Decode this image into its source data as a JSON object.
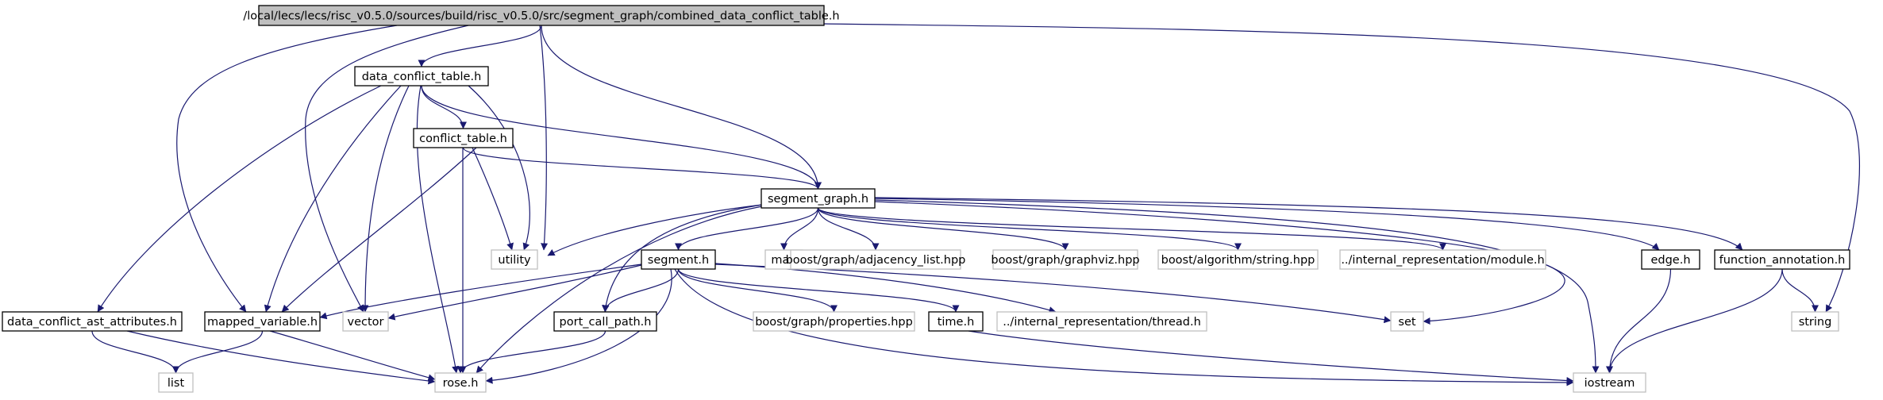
{
  "colors": {
    "edge": "#191970",
    "root_fill": "#bfbfbf",
    "root_stroke": "#000000",
    "local_stroke": "#000000",
    "external_stroke": "#bfbfbf",
    "node_fill": "#ffffff",
    "text": "#000000"
  },
  "nodes": [
    {
      "id": "root",
      "label": "/local/lecs/lecs/risc_v0.5.0/sources/build/risc_v0.5.0/src/segment_graph/combined_data_conflict_table.h",
      "kind": "root"
    },
    {
      "id": "dct",
      "label": "data_conflict_table.h",
      "kind": "local"
    },
    {
      "id": "ct",
      "label": "conflict_table.h",
      "kind": "local"
    },
    {
      "id": "sg",
      "label": "segment_graph.h",
      "kind": "local"
    },
    {
      "id": "utility",
      "label": "utility",
      "kind": "external"
    },
    {
      "id": "map",
      "label": "map",
      "kind": "external"
    },
    {
      "id": "adj",
      "label": "boost/graph/adjacency_list.hpp",
      "kind": "external"
    },
    {
      "id": "gviz",
      "label": "boost/graph/graphviz.hpp",
      "kind": "external"
    },
    {
      "id": "strhpp",
      "label": "boost/algorithm/string.hpp",
      "kind": "external"
    },
    {
      "id": "module",
      "label": "../internal_representation/module.h",
      "kind": "external"
    },
    {
      "id": "edge",
      "label": "edge.h",
      "kind": "local"
    },
    {
      "id": "fa",
      "label": "function_annotation.h",
      "kind": "local"
    },
    {
      "id": "seg",
      "label": "segment.h",
      "kind": "local"
    },
    {
      "id": "dcaa",
      "label": "data_conflict_ast_attributes.h",
      "kind": "local"
    },
    {
      "id": "mv",
      "label": "mapped_variable.h",
      "kind": "local"
    },
    {
      "id": "vector",
      "label": "vector",
      "kind": "external"
    },
    {
      "id": "pcp",
      "label": "port_call_path.h",
      "kind": "local"
    },
    {
      "id": "props",
      "label": "boost/graph/properties.hpp",
      "kind": "external"
    },
    {
      "id": "time",
      "label": "time.h",
      "kind": "local"
    },
    {
      "id": "thread",
      "label": "../internal_representation/thread.h",
      "kind": "external"
    },
    {
      "id": "set",
      "label": "set",
      "kind": "external"
    },
    {
      "id": "string",
      "label": "string",
      "kind": "external"
    },
    {
      "id": "list",
      "label": "list",
      "kind": "external"
    },
    {
      "id": "rose",
      "label": "rose.h",
      "kind": "external"
    },
    {
      "id": "iostream",
      "label": "iostream",
      "kind": "external"
    }
  ],
  "edges": [
    [
      "root",
      "dct"
    ],
    [
      "root",
      "sg"
    ],
    [
      "root",
      "mv"
    ],
    [
      "root",
      "vector"
    ],
    [
      "root",
      "utility"
    ],
    [
      "root",
      "string"
    ],
    [
      "dct",
      "ct"
    ],
    [
      "dct",
      "sg"
    ],
    [
      "dct",
      "dcaa"
    ],
    [
      "dct",
      "mv"
    ],
    [
      "dct",
      "vector"
    ],
    [
      "dct",
      "rose"
    ],
    [
      "dct",
      "utility"
    ],
    [
      "ct",
      "sg"
    ],
    [
      "ct",
      "mv"
    ],
    [
      "ct",
      "rose"
    ],
    [
      "ct",
      "utility"
    ],
    [
      "sg",
      "utility"
    ],
    [
      "sg",
      "map"
    ],
    [
      "sg",
      "adj"
    ],
    [
      "sg",
      "gviz"
    ],
    [
      "sg",
      "strhpp"
    ],
    [
      "sg",
      "module"
    ],
    [
      "sg",
      "edge"
    ],
    [
      "sg",
      "fa"
    ],
    [
      "sg",
      "seg"
    ],
    [
      "sg",
      "pcp"
    ],
    [
      "sg",
      "rose"
    ],
    [
      "sg",
      "set"
    ],
    [
      "sg",
      "iostream"
    ],
    [
      "seg",
      "mv"
    ],
    [
      "seg",
      "vector"
    ],
    [
      "seg",
      "pcp"
    ],
    [
      "seg",
      "props"
    ],
    [
      "seg",
      "time"
    ],
    [
      "seg",
      "thread"
    ],
    [
      "seg",
      "set"
    ],
    [
      "seg",
      "rose"
    ],
    [
      "seg",
      "iostream"
    ],
    [
      "dcaa",
      "list"
    ],
    [
      "dcaa",
      "rose"
    ],
    [
      "mv",
      "list"
    ],
    [
      "mv",
      "rose"
    ],
    [
      "pcp",
      "rose"
    ],
    [
      "time",
      "iostream"
    ],
    [
      "edge",
      "iostream"
    ],
    [
      "fa",
      "iostream"
    ],
    [
      "fa",
      "string"
    ]
  ]
}
